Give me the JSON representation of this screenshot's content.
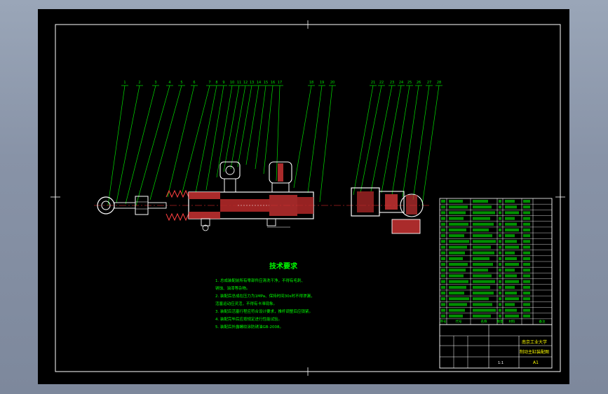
{
  "colors": {
    "background": "#000000",
    "frame": "#ffffff",
    "leader": "#00e000",
    "outline": "#ffffff",
    "hatch": "#ff4040",
    "part_fill": "#c83232",
    "center_line": "#ff3030",
    "table_text": "#00ff00",
    "notes_text": "#00ff00",
    "title_text": "#ffff00"
  },
  "drawing": {
    "notes_title": "技术要求",
    "notes": [
      "1. 总成装配前所有零部件应清洗干净，不得有毛刺、",
      "   锈蚀、油漆等杂物。",
      "2. 装配后总成在压力为1MPa、保持时间30s时不得渗漏，",
      "   活塞运动应灵活，不得有卡滞现象。",
      "3. 装配后活塞行程应符合设计要求，推杆调整后应锁紧。",
      "4. 装配完毕后应按规定进行性能试验。",
      "5. 装配后外露螺纹涂防锈油GB-2008。"
    ],
    "title_block": {
      "school": "南京工业大学",
      "drawing_title": "制动主缸装配图",
      "scale": "1:1",
      "sheet": "A1"
    },
    "balloons_left": [
      "1",
      "2",
      "3",
      "4",
      "5",
      "6",
      "7",
      "8",
      "9",
      "10",
      "11",
      "12",
      "13",
      "14",
      "15",
      "16",
      "17",
      "18",
      "19",
      "20"
    ],
    "balloons_right": [
      "21",
      "22",
      "23",
      "24",
      "25",
      "26",
      "27",
      "28"
    ],
    "parts_list_header": [
      "序号",
      "代号",
      "名称",
      "数量",
      "材料",
      "备注"
    ]
  }
}
